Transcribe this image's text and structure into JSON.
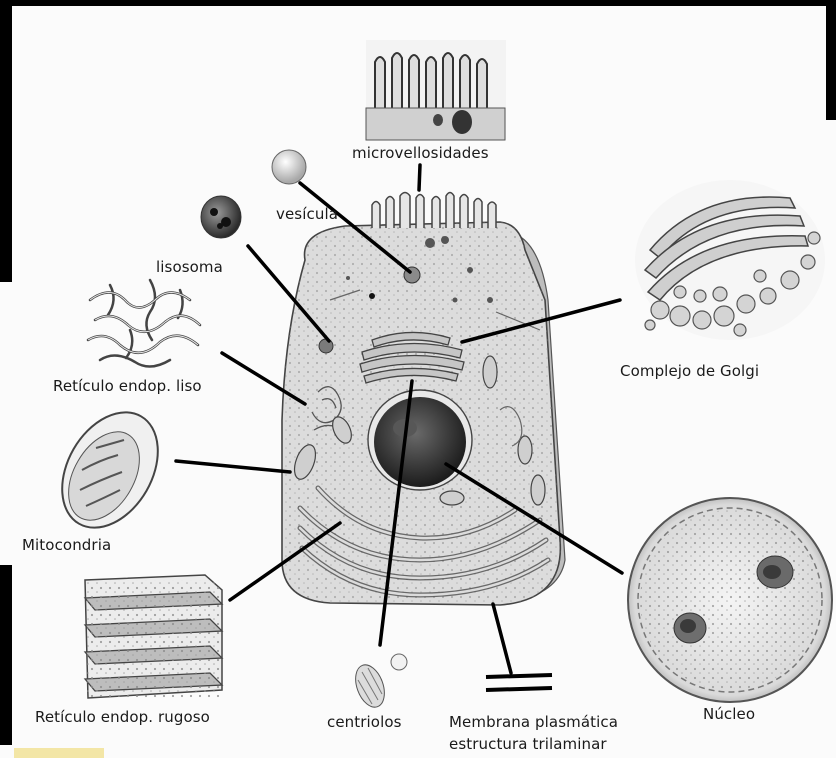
{
  "labels": {
    "microvellosidades": "microvellosidades",
    "vesicula": "vesícula",
    "lisosoma": "lisosoma",
    "reticulo_liso": "Retículo endop. liso",
    "mitocondria": "Mitocondria",
    "reticulo_rugoso": "Retículo endop. rugoso",
    "centriolos": "centriolos",
    "membrana_line1": "Membrana plasmática",
    "membrana_line2": "estructura trilaminar",
    "nucleo": "Núcleo",
    "golgi": "Complejo de Golgi"
  },
  "colors": {
    "cell_fill": "#dcdcdc",
    "cytoplasm": "#cfcfcf",
    "nucleus": "#3a3a3a",
    "line": "#000000",
    "frame": "#000000",
    "highlight": "#f6e7a0"
  }
}
